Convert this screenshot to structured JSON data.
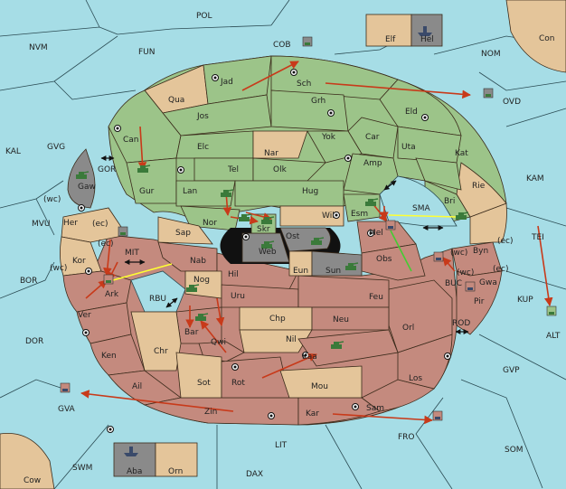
{
  "colors": {
    "sea": "#a6dde6",
    "power_green": "#9cc489",
    "neutral_tan": "#e4c59a",
    "power_red": "#c48a7e",
    "impassable": "#8a8a8a",
    "move_order": "#c83a1a",
    "support_order": "#ffff33",
    "convoy_order": "#44cc33"
  },
  "sea_labels": {
    "POL": "POL",
    "NVM": "NVM",
    "FUN": "FUN",
    "COB": "COB",
    "NOM": "NOM",
    "OVD": "OVD",
    "Con": "Con",
    "KAL": "KAL",
    "GVG": "GVG",
    "GOR": "GOR",
    "KAM": "KAM",
    "SMA": "SMA",
    "TEI": "TEI",
    "MVU": "MVU",
    "MIT": "MIT",
    "BOR": "BOR",
    "RBU": "RBU",
    "BUC": "BUC",
    "KUP": "KUP",
    "ALT": "ALT",
    "DOR": "DOR",
    "ROD": "ROD",
    "GVP": "GVP",
    "GVA": "GVA",
    "FRO": "FRO",
    "SOM": "SOM",
    "LIT": "LIT",
    "SWM": "SWM",
    "DAX": "DAX",
    "Cow": "Cow"
  },
  "land_labels": {
    "Elf": "Elf",
    "Hel": "Hel",
    "Jad": "Jad",
    "Sch": "Sch",
    "Qua": "Qua",
    "Jos": "Jos",
    "Grh": "Grh",
    "Eld": "Eld",
    "Can": "Can",
    "Yok": "Yok",
    "Car": "Car",
    "Uta": "Uta",
    "Elc": "Elc",
    "Nar": "Nar",
    "Kat": "Kat",
    "Tel": "Tel",
    "Olk": "Olk",
    "Amp": "Amp",
    "Gaw": "Gaw",
    "Gur": "Gur",
    "Lan": "Lan",
    "Hug": "Hug",
    "Rie": "Rie",
    "Bri": "Bri",
    "Nor": "Nor",
    "Skr": "Skr",
    "Wil": "Wil",
    "Esm": "Esm",
    "Her": "Her",
    "Sap": "Sap",
    "Web": "Web",
    "Ost": "Ost",
    "Mel": "Mel",
    "Byn": "Byn",
    "Kor": "Kor",
    "Nab": "Nab",
    "Eun": "Eun",
    "Sun": "Sun",
    "Obs": "Obs",
    "Gwa": "Gwa",
    "Hil": "Hil",
    "Ark": "Ark",
    "Nog": "Nog",
    "Pir": "Pir",
    "Uru": "Uru",
    "Feu": "Feu",
    "Ver": "Ver",
    "Chp": "Chp",
    "Neu": "Neu",
    "Orl": "Orl",
    "Bar": "Bar",
    "Qwi": "Qwi",
    "Nil": "Nil",
    "Ken": "Ken",
    "Chr": "Chr",
    "Kaa": "Kaa",
    "Los": "Los",
    "Sot": "Sot",
    "Rot": "Rot",
    "Mou": "Mou",
    "Ail": "Ail",
    "Zin": "Zin",
    "Kar": "Kar",
    "Sam": "Sam",
    "Aba": "Aba",
    "Orn": "Orn"
  },
  "coast_labels": {
    "her_wc": "(wc)",
    "her_ec": "(ec)",
    "kor_ec": "(ec)",
    "kor_wc": "(wc)",
    "byn_wc": "(wc)",
    "byn_ec": "(ec)",
    "gwa_wc": "(wc)",
    "gwa_ec": "(ec)"
  },
  "icons": {
    "army": "tank-icon",
    "fleet": "ship-icon",
    "supply_center": "supply-center-icon",
    "strait": "double-arrow-icon"
  }
}
